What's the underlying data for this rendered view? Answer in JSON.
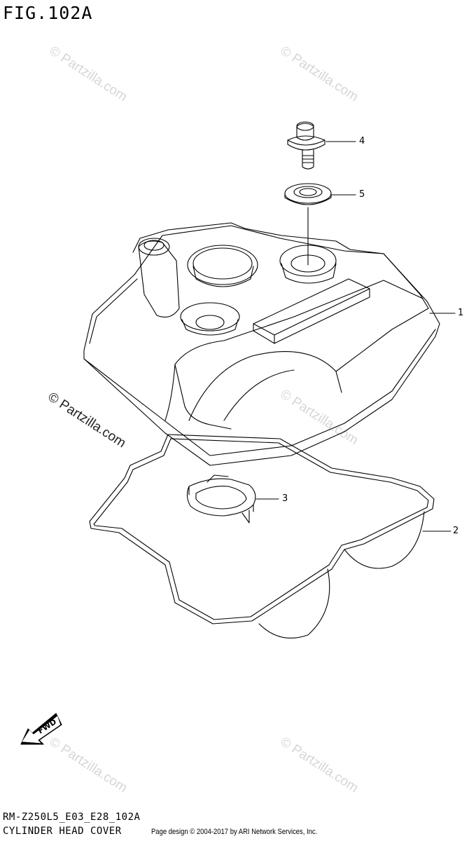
{
  "figure": {
    "title": "FIG.102A",
    "code": "RM-Z250L5_E03_E28_102A",
    "name": "CYLINDER HEAD COVER"
  },
  "copyright": "Page design © 2004-2017 by ARI Network Services, Inc.",
  "watermark": "© Partzilla.com",
  "fwd_label": "FWD",
  "callouts": [
    {
      "number": "1",
      "part": "cylinder-head-cover"
    },
    {
      "number": "2",
      "part": "gasket"
    },
    {
      "number": "3",
      "part": "plug-hole-gasket"
    },
    {
      "number": "4",
      "part": "bolt"
    },
    {
      "number": "5",
      "part": "seal-washer"
    }
  ],
  "colors": {
    "line": "#000000",
    "watermark_light": "#d6d6d6",
    "background": "#ffffff"
  }
}
